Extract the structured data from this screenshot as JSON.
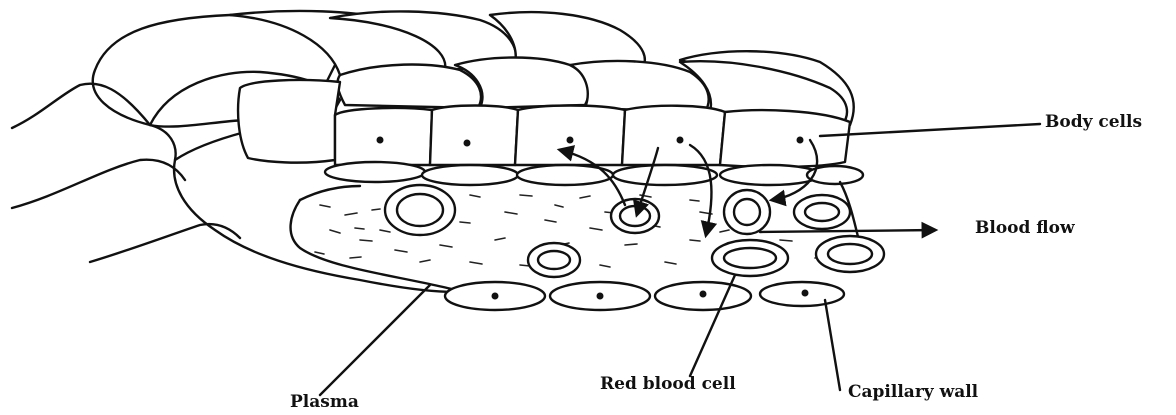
{
  "labels": {
    "body_cells": "Body cells",
    "blood_flow": "Blood flow",
    "plasma": "Plasma",
    "red_blood_cell": "Red blood cell",
    "capillary_wall": "Capillary wall"
  },
  "colors": {
    "ink": "#111111",
    "background": "#ffffff"
  }
}
